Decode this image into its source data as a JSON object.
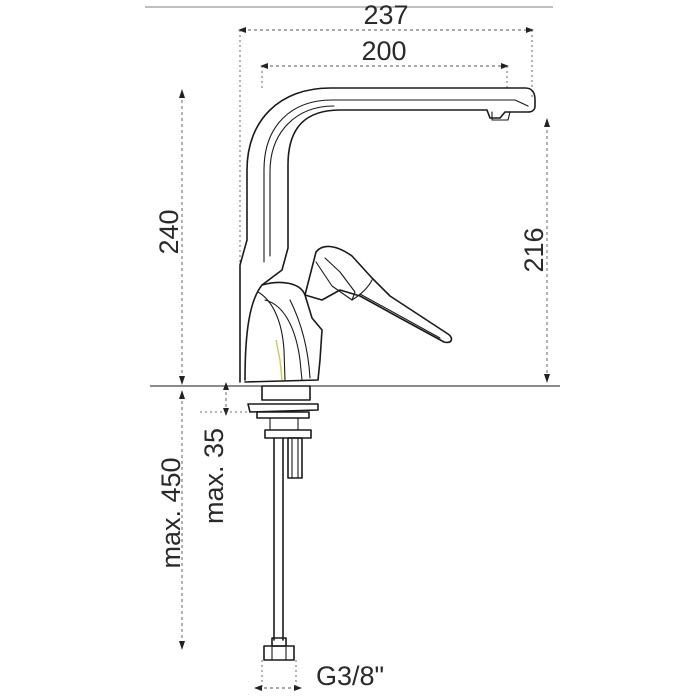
{
  "dimensions": {
    "total_width": "237",
    "spout_reach": "200",
    "total_height": "240",
    "spout_height": "216",
    "max_hose_length": "max. 450",
    "max_deck_thickness": "max. 35",
    "thread": "G3/8\""
  },
  "colors": {
    "line": "#1a1a1a",
    "accent": "#d8c84a"
  }
}
